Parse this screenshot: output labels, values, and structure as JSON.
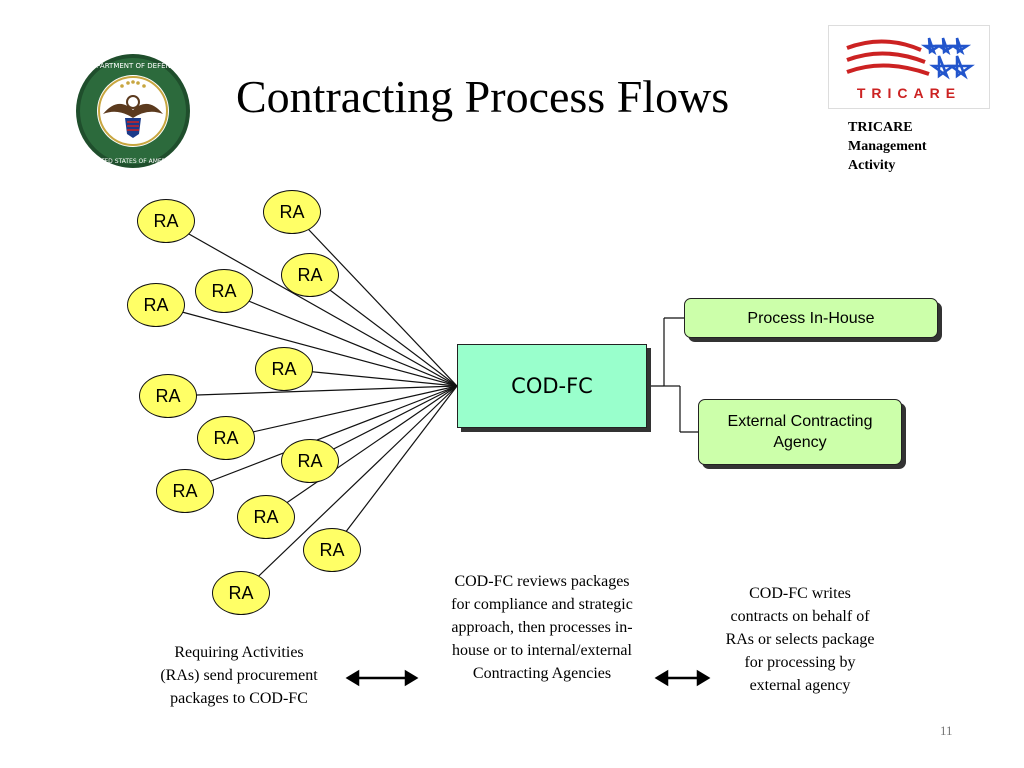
{
  "title": "Contracting Process Flows",
  "logos": {
    "seal_text_top": "DEPARTMENT OF DEFENSE",
    "seal_text_bottom": "UNITED STATES OF AMERICA",
    "tricare_wordmark": "TRICARE",
    "tricare_caption": "TRICARE\nManagement\nActivity"
  },
  "diagram": {
    "requiring_activities": [
      "RA",
      "RA",
      "RA",
      "RA",
      "RA",
      "RA",
      "RA",
      "RA",
      "RA",
      "RA",
      "RA",
      "RA",
      "RA"
    ],
    "hub_label": "COD-FC",
    "outcomes": [
      "Process In-House",
      "External Contracting\nAgency"
    ]
  },
  "notes": {
    "requiring_activities": "Requiring Activities\n(RAs) send procurement\npackages to COD-FC",
    "codfc_reviews": "COD-FC reviews packages\nfor compliance and strategic\napproach, then processes in-\nhouse or to internal/external\nContracting Agencies",
    "codfc_writes": "COD-FC writes\ncontracts on behalf of\nRAs or selects package\nfor processing by\nexternal agency"
  },
  "page_number": "11",
  "colors": {
    "ra_fill": "#ffff66",
    "hub_fill": "#99ffcc",
    "outcome_fill": "#ccffaa",
    "tricare_red": "#cc2222",
    "tricare_blue": "#2255cc"
  }
}
